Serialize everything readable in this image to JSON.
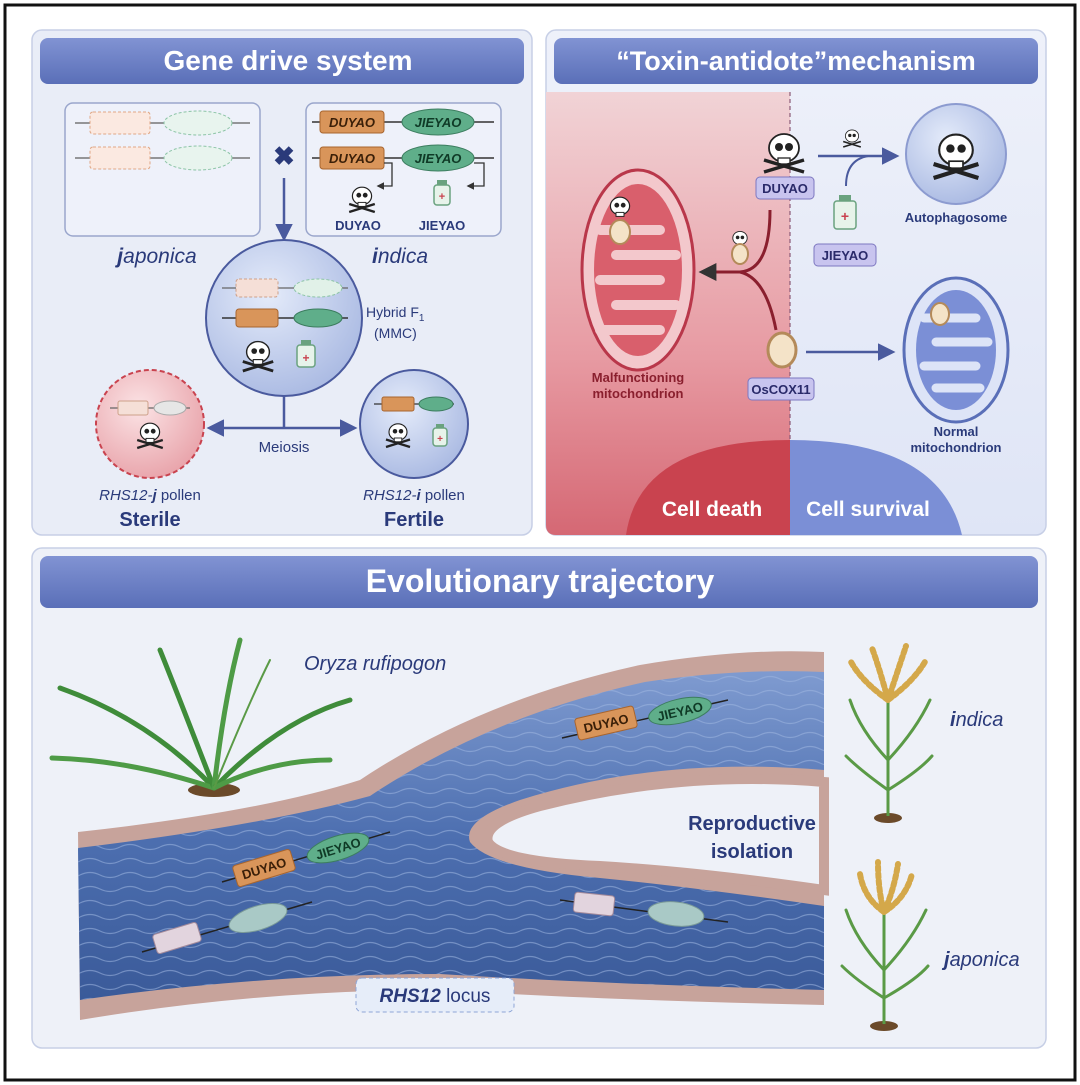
{
  "panels": {
    "gene_drive": {
      "title": "Gene drive system",
      "gene_toxin": "DUYAO",
      "gene_antidote": "JIEYAO",
      "parent_left_initial": "j",
      "parent_left_rest": "aponica",
      "parent_right_initial": "i",
      "parent_right_rest": "ndica",
      "hybrid_line1": "Hybrid F",
      "hybrid_sub": "1",
      "hybrid_line2": "(MMC)",
      "meiosis": "Meiosis",
      "pollen_j_pre": "RHS12-",
      "pollen_j_mid": "j",
      "pollen_j_post": " pollen",
      "pollen_i_pre": "RHS12-",
      "pollen_i_mid": "i",
      "pollen_i_post": " pollen",
      "sterile": "Sterile",
      "fertile": "Fertile"
    },
    "toxin": {
      "title": "“Toxin-antidote”mechanism",
      "duyao": "DUYAO",
      "jieyao": "JIEYAO",
      "oscox11": "OsCOX11",
      "autophagosome": "Autophagosome",
      "malfunctioning_1": "Malfunctioning",
      "malfunctioning_2": "mitochondrion",
      "normal_1": "Normal",
      "normal_2": "mitochondrion",
      "cell_death": "Cell death",
      "cell_survival": "Cell survival"
    },
    "evolution": {
      "title": "Evolutionary trajectory",
      "oryza": "Oryza rufipogon",
      "indica_initial": "i",
      "indica_rest": "ndica",
      "japonica_initial": "j",
      "japonica_rest": "aponica",
      "repro_1": "Reproductive",
      "repro_2": "isolation",
      "locus_name": "RHS12",
      "locus_word": " locus",
      "duyao": "DUYAO",
      "jieyao": "JIEYAO"
    }
  },
  "colors": {
    "title_bar": "#6b7fc4",
    "panel_bg": "#e9edf7",
    "text_blue": "#2a3a7a",
    "toxin_orange": "#d9955a",
    "antidote_green": "#5fae8a",
    "death_red": "#c9434f",
    "survival_blue": "#7b8fd6",
    "river_blue": "#4d6fb0"
  }
}
